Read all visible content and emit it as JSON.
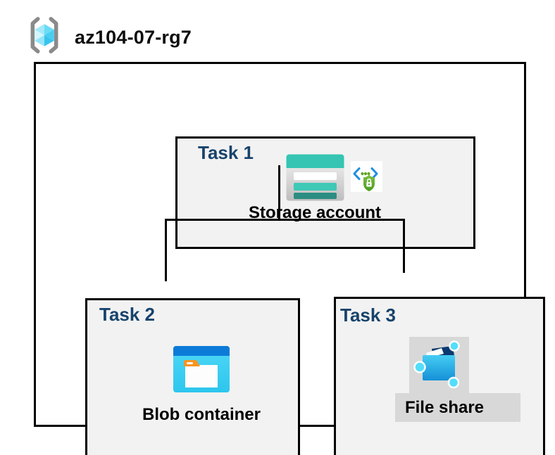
{
  "resource_group": {
    "name": "az104-07-rg7",
    "icon": "resource-group-icon"
  },
  "tasks": {
    "task1": {
      "label": "Task 1",
      "resource": "Storage account",
      "icons": [
        "storage-account-icon",
        "secure-access-icon"
      ]
    },
    "task2": {
      "label": "Task 2",
      "resource": "Blob container",
      "icons": [
        "blob-container-icon"
      ]
    },
    "task3": {
      "label": "Task 3",
      "resource": "File share",
      "icons": [
        "file-share-icon"
      ]
    }
  },
  "connections": [
    {
      "from": "Storage account",
      "to": "Blob container"
    },
    {
      "from": "Storage account",
      "to": "File share"
    }
  ],
  "colors": {
    "task_label_navy": "#17436b",
    "box_fill": "#f2f2f2",
    "box_border": "#000000",
    "connector": "#000000",
    "storage_teal": "#35c5b2",
    "storage_teal_dark": "#2b8d82",
    "blob_blue_bar": "#0c7bd8",
    "blob_cyan_body": "#3fd0f3",
    "blob_tab_orange": "#f7941e",
    "shield_green": "#5fa624",
    "bracket_gray": "#8a8a8a",
    "cube_cyan": "#49cdf1",
    "fileshare_node_cyan": "#53defb",
    "fileshare_navy": "#0b3a70",
    "gray_backdrop": "#d8d8d8"
  }
}
